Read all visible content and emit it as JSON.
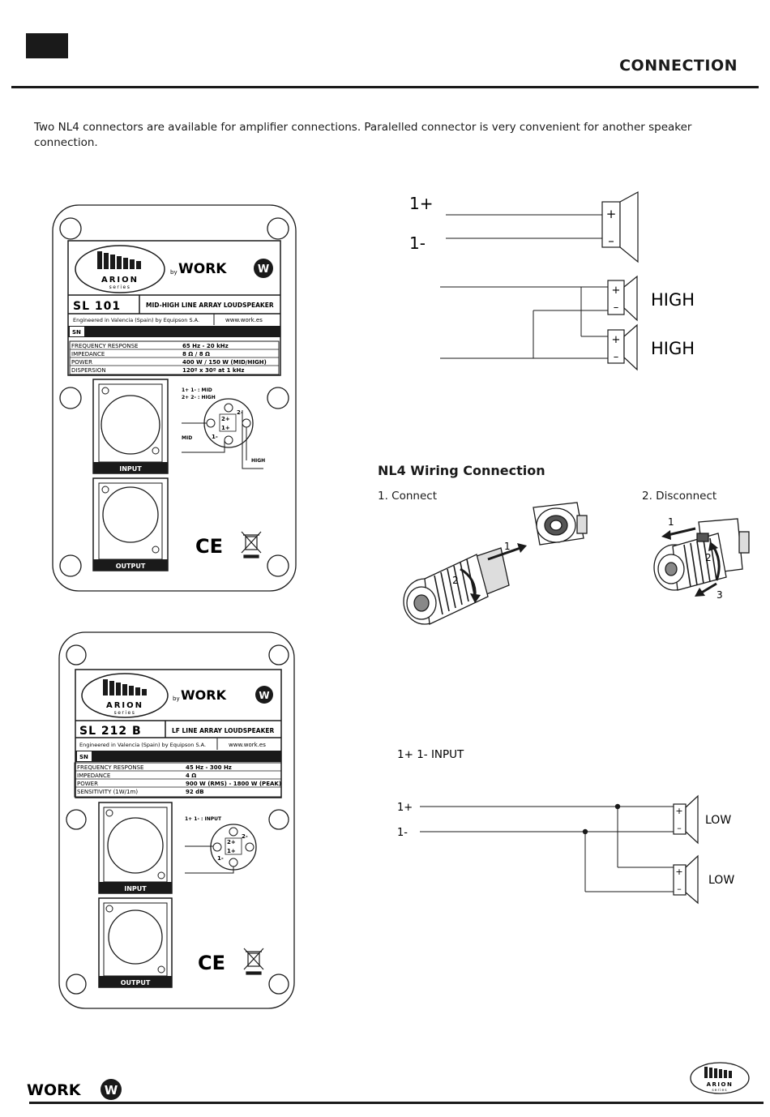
{
  "header": {
    "section_title": "CONNECTION"
  },
  "intro_text": "Two NL4 connectors are available for amplifier connections.  Paralelled connector is very convenient for another speaker connection.",
  "panel_sl101": {
    "brand_series": "ARION",
    "brand_series_sub": "series",
    "by": "by",
    "brand": "WORK",
    "model": "SL 101",
    "description": "MID-HIGH LINE ARRAY LOUDSPEAKER",
    "engineered": "Engineered in Valencia (Spain) by Equipson S.A.",
    "website": "www.work.es",
    "sn": "SN",
    "specs": [
      {
        "label": "FREQUENCY RESPONSE",
        "value": "65 Hz - 20 kHz"
      },
      {
        "label": "IMPEDANCE",
        "value": "8 Ω / 8 Ω"
      },
      {
        "label": "POWER",
        "value": "400 W / 150 W (MID/HIGH)"
      },
      {
        "label": "DISPERSION",
        "value": "120º x 30º at 1 kHz"
      }
    ],
    "pin_legend_1": "1+ 1- : MID",
    "pin_legend_2": "2+ 2- : HIGH",
    "pins": {
      "p2m": "2-",
      "p2p": "2+",
      "p1p": "1+",
      "p1m": "1-"
    },
    "mid_label": "MID",
    "high_label": "HIGH",
    "input_label": "INPUT",
    "output_label": "OUTPUT",
    "ce_mark": "CE"
  },
  "panel_sl212b": {
    "brand_series": "ARION",
    "brand_series_sub": "series",
    "by": "by",
    "brand": "WORK",
    "model": "SL 212 B",
    "description": "LF LINE ARRAY LOUDSPEAKER",
    "engineered": "Engineered in Valencia (Spain) by Equipson S.A.",
    "website": "www.work.es",
    "sn": "SN",
    "specs": [
      {
        "label": "FREQUENCY RESPONSE",
        "value": "45 Hz - 300 Hz"
      },
      {
        "label": "IMPEDANCE",
        "value": "4 Ω"
      },
      {
        "label": "POWER",
        "value": "900 W (RMS) - 1800 W (PEAK)"
      },
      {
        "label": "SENSITIVITY (1W/1m)",
        "value": "92 dB"
      }
    ],
    "pin_legend": "1+ 1- : INPUT",
    "pins": {
      "p2m": "2-",
      "p2p": "2+",
      "p1p": "1+",
      "p1m": "1-"
    },
    "input_label": "INPUT",
    "output_label": "OUTPUT",
    "ce_mark": "CE"
  },
  "wiring_top": {
    "pin_1p": "1+",
    "pin_1m": "1-",
    "plus": "+",
    "minus": "–",
    "high_1": "HIGH",
    "high_2": "HIGH"
  },
  "nl4": {
    "title": "NL4 Wiring Connection",
    "step_connect": "1. Connect",
    "step_disconnect": "2. Disconnect",
    "connect_arrow_1": "1",
    "connect_arrow_2": "2",
    "disconnect_arrow_1": "1",
    "disconnect_arrow_2": "2",
    "disconnect_arrow_3": "3"
  },
  "wiring_bottom": {
    "input_label": "1+ 1- INPUT",
    "pin_1p": "1+",
    "pin_1m": "1-",
    "plus": "+",
    "minus": "–",
    "low_1": "LOW",
    "low_2": "LOW"
  },
  "footer": {
    "brand": "WORK",
    "logo_series": "ARION",
    "logo_series_sub": "series"
  }
}
